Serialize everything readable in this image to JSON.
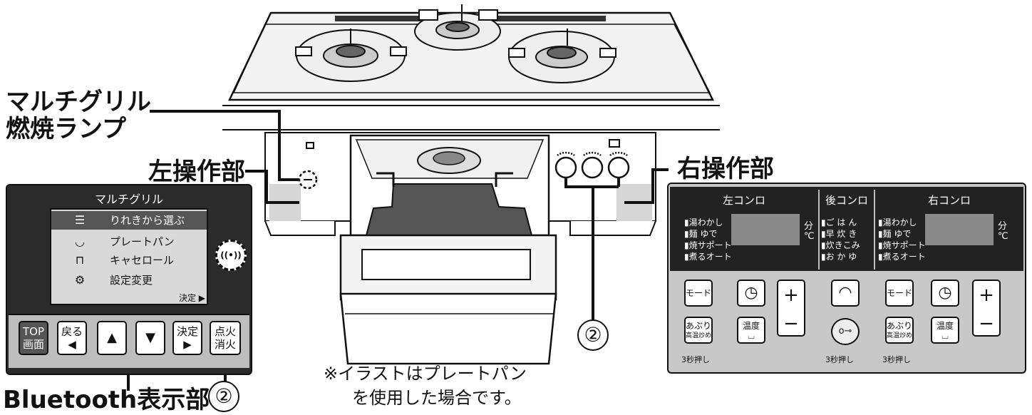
{
  "labels": {
    "multigrill_lamp_line1": "マルチグリル",
    "multigrill_lamp_line2": "燃焼ランプ",
    "left_control": "左操作部",
    "right_control": "右操作部",
    "bluetooth_display": "Bluetooth表示部",
    "callout_number": "②",
    "note_line1": "※イラストはプレートパン",
    "note_line2": "を使用した場合です。"
  },
  "left_panel": {
    "title": "マルチグリル",
    "menu": [
      {
        "icon": "list-icon",
        "glyph": "☰",
        "label": "りれきから選ぶ",
        "selected": true
      },
      {
        "icon": "plate-pan-icon",
        "glyph": "◡",
        "label": "プレートパン",
        "selected": false
      },
      {
        "icon": "casserole-icon",
        "glyph": "⊓",
        "label": "キャセロール",
        "selected": false
      },
      {
        "icon": "settings-icon",
        "glyph": "⚙",
        "label": "設定変更",
        "selected": false
      }
    ],
    "decide_hint": "決定 ▶",
    "bluetooth_glyph": "((•))",
    "buttons": {
      "top_line1": "TOP",
      "top_line2": "画面",
      "back_line1": "戻る",
      "back_line2": "◀",
      "up": "▲",
      "down": "▼",
      "decide_line1": "決定",
      "decide_line2": "▶",
      "ignite_line1": "点火",
      "ignite_line2": "消火"
    }
  },
  "right_panel": {
    "left_head": "左コンロ",
    "rear_head": "後コンロ",
    "right_head": "右コンロ",
    "left_items": [
      "▮湯わかし",
      "▮麺 ゆで",
      "▮焼サポート",
      "▮煮るオート"
    ],
    "rear_items": [
      "▮ご は ん",
      "▮早 炊 き",
      "▮炊きこみ",
      "▮お か ゆ"
    ],
    "right_items": [
      "▮湯わかし",
      "▮麺 ゆで",
      "▮焼サポート",
      "▮煮るオート"
    ],
    "unit_min": "分",
    "unit_c": "℃",
    "mode": "モード",
    "timer_glyph": "◷",
    "plus": "+",
    "minus": "−",
    "rice_glyph": "◠",
    "lock_glyph": "o⊸",
    "aburi_line1": "あぶり",
    "aburi_line2": "高温炒め",
    "temp_line1": "温度",
    "temp_line2": "⌴",
    "three_sec": "3秒押し"
  }
}
